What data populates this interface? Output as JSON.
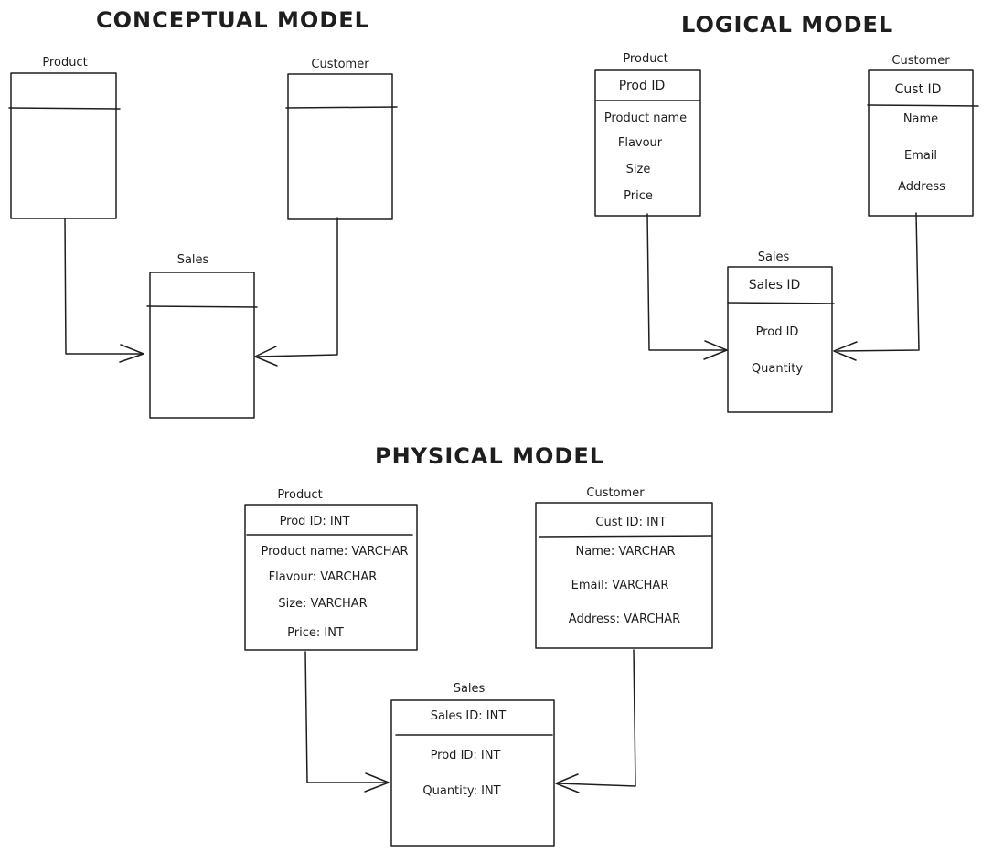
{
  "conceptual": {
    "title": "CONCEPTUAL MODEL",
    "product": {
      "name": "Product"
    },
    "customer": {
      "name": "Customer"
    },
    "sales": {
      "name": "Sales"
    }
  },
  "logical": {
    "title": "LOGICAL MODEL",
    "product": {
      "name": "Product",
      "key": "Prod ID",
      "attributes": [
        "Product name",
        "Flavour",
        "Size",
        "Price"
      ]
    },
    "customer": {
      "name": "Customer",
      "key": "Cust ID",
      "attributes": [
        "Name",
        "Email",
        "Address"
      ]
    },
    "sales": {
      "name": "Sales",
      "key": "Sales ID",
      "attributes": [
        "Prod ID",
        "Quantity"
      ]
    }
  },
  "physical": {
    "title": "PHYSICAL MODEL",
    "product": {
      "name": "Product",
      "key": "Prod ID: INT",
      "attributes": [
        "Product name: VARCHAR",
        "Flavour: VARCHAR",
        "Size: VARCHAR",
        "Price: INT"
      ]
    },
    "customer": {
      "name": "Customer",
      "key": "Cust ID: INT",
      "attributes": [
        "Name: VARCHAR",
        "Email: VARCHAR",
        "Address: VARCHAR"
      ]
    },
    "sales": {
      "name": "Sales",
      "key": "Sales ID: INT",
      "attributes": [
        "Prod ID: INT",
        "Quantity: INT"
      ]
    }
  }
}
